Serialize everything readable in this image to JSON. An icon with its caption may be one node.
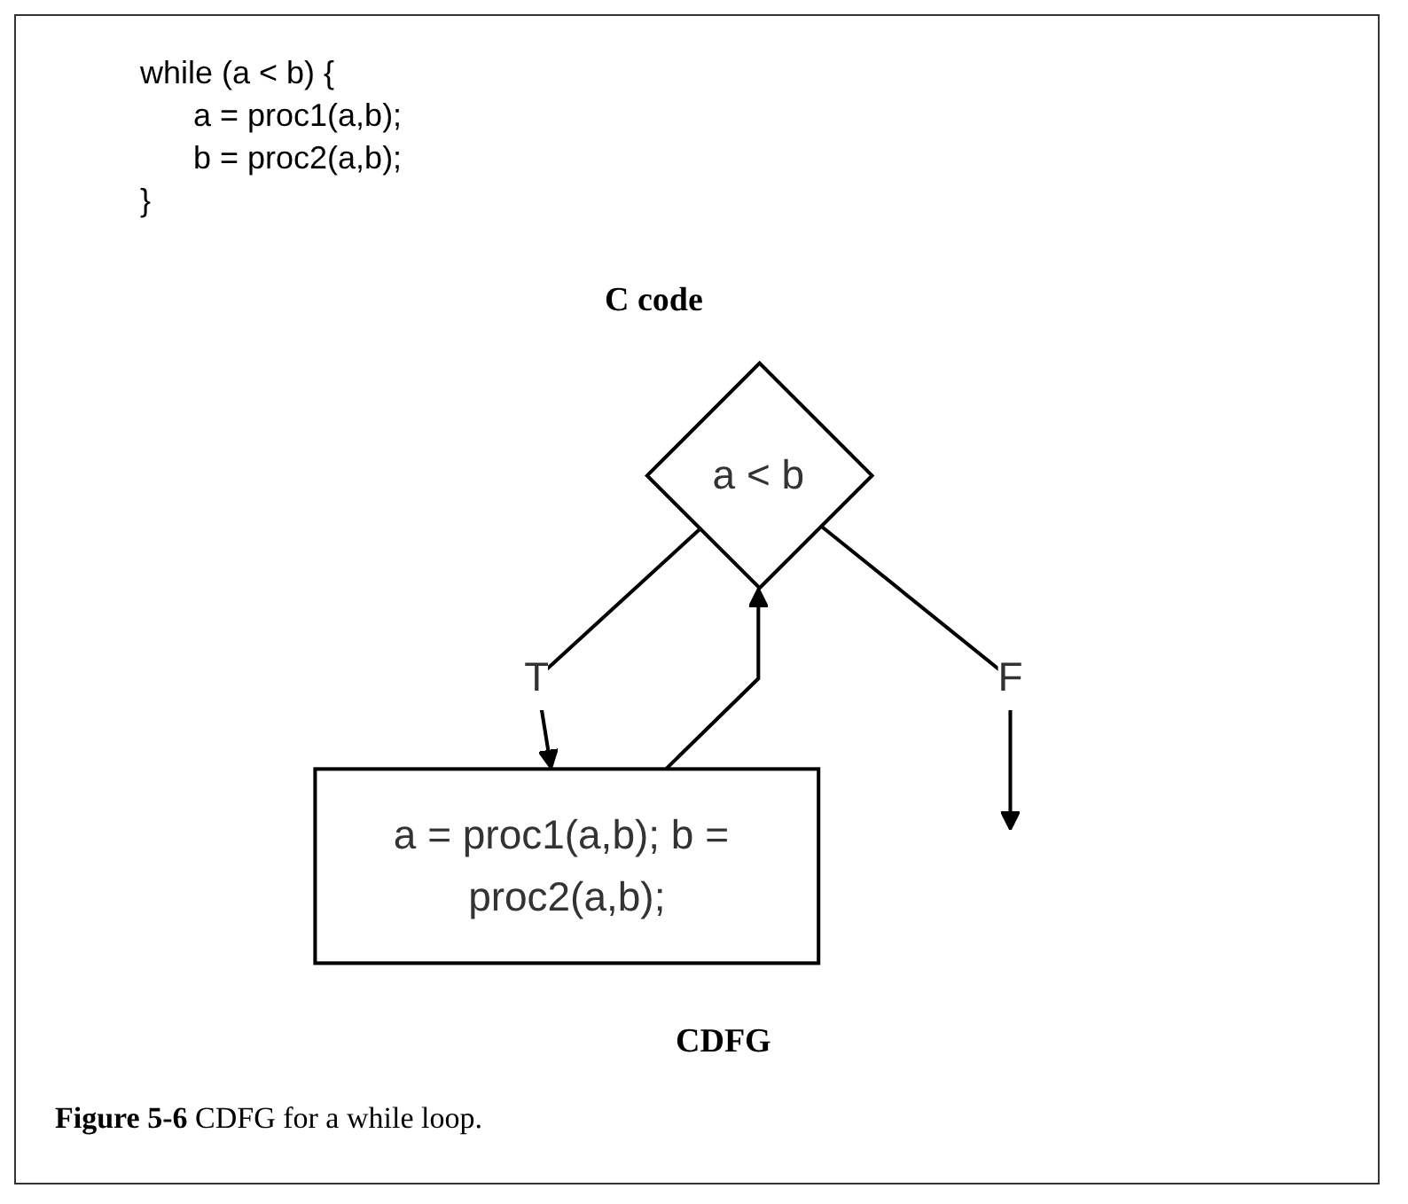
{
  "diagram": {
    "caption": "**Figure 5-6** CDFG for a while loop.",
    "nodes": [
      {
        "text": [
          "a < b"
        ]
      },
      {
        "text": [
          "a = proc1(a,b); b = proc2(a,b);"
        ]
      }
    ],
    "edges": [
      {
        "from": 0,
        "to": 1,
        "arrow": "to",
        "label": "T"
      },
      {
        "from": 1,
        "to": 0,
        "arrow": "to"
      },
      {
        "from": 0,
        "to": null,
        "arrow": "to",
        "label": "F"
      }
    ],
    "labels": [
      "while (a < b) {",
      "a = proc1(a,b);",
      "b = proc2(a,b);",
      "}",
      "C code",
      "CDFG"
    ]
  }
}
